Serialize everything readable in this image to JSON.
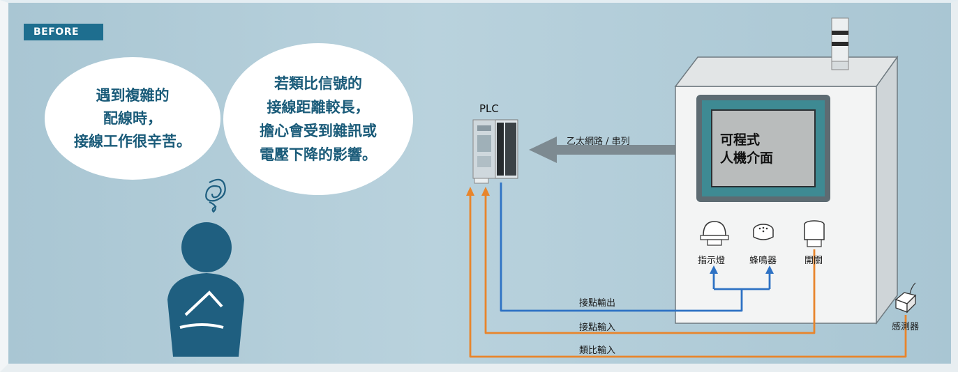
{
  "tag": "BEFORE",
  "bubble_left": {
    "lines": [
      "遇到複雜的",
      "配線時，",
      "接線工作很辛苦。"
    ]
  },
  "bubble_right": {
    "lines": [
      "若類比信號的",
      "接線距離較長，",
      "擔心會受到雜訊或",
      "電壓下降的影響。"
    ]
  },
  "plc_label": "PLC",
  "ethernet_label": "乙太網路 / 串列",
  "hmi_label": [
    "可程式",
    "人機介面"
  ],
  "devices": {
    "indicator": "指示燈",
    "buzzer": "蜂鳴器",
    "switch": "開關",
    "sensor": "感測器"
  },
  "wires": {
    "contact_output": "接點輸出",
    "contact_input": "接點輸入",
    "analog_input": "類比輸入"
  },
  "colors": {
    "blue_wire": "#2e72c4",
    "orange_wire": "#e8852c",
    "tag_bg": "#1e6e8f",
    "person": "#1f5f80",
    "bubble_text": "#1a5b79"
  }
}
